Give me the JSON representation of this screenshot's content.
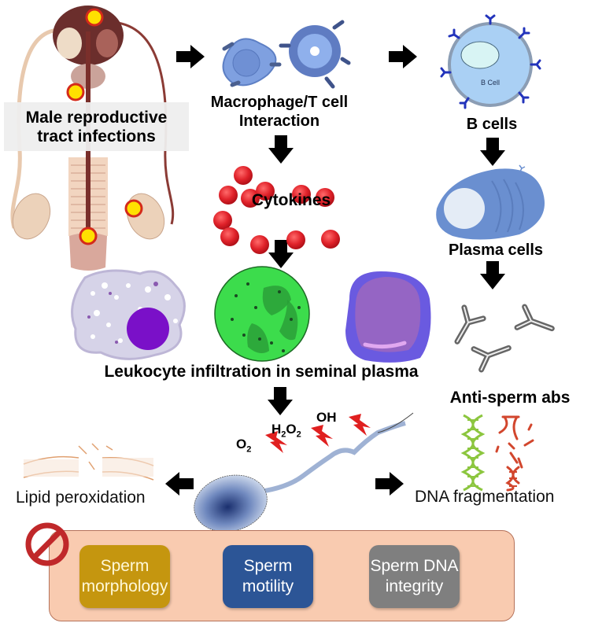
{
  "diagram": {
    "nodes": {
      "infection": {
        "label_line1": "Male reproductive",
        "label_line2": "tract infections"
      },
      "macrophage_t": {
        "label_line1": "Macrophage/T cell",
        "label_line2": "Interaction"
      },
      "b_cells": {
        "label": "B cells",
        "cell_text": "B Cell"
      },
      "cytokines": {
        "label": "Cytokines"
      },
      "plasma_cells": {
        "label": "Plasma cells"
      },
      "leukocytes": {
        "label": "Leukocyte infiltration in seminal plasma"
      },
      "antibodies": {
        "label": "Anti-sperm abs"
      },
      "ros": {
        "species": [
          "O2",
          "H2O2",
          "OH"
        ]
      },
      "lipid": {
        "label": "Lipid peroxidation"
      },
      "dna": {
        "label": "DNA fragmentation"
      }
    },
    "outcomes": {
      "prohibition_icon": "no-symbol-icon",
      "boxes": [
        {
          "line1": "Sperm",
          "line2": "morphology",
          "color": "#c5960f"
        },
        {
          "line1": "Sperm",
          "line2": "motility",
          "color": "#2c5596"
        },
        {
          "line1": "Sperm DNA",
          "line2": "integrity",
          "color": "#7f7f7f"
        }
      ],
      "panel_color": "#f9cbb0"
    },
    "colors": {
      "arrow": "#000000",
      "infection_marker": "#ffe000",
      "cytokine": "#e0222a",
      "ros_bolt": "#e02020"
    }
  }
}
